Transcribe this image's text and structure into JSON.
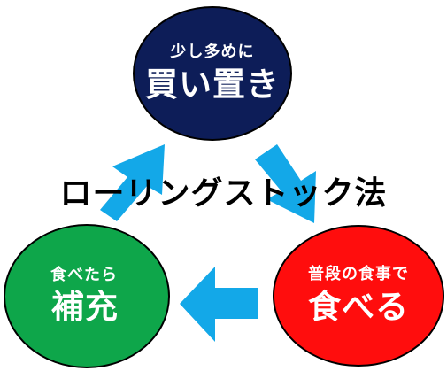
{
  "title": "ローリングストック法",
  "colors": {
    "top_circle": "#0d1d58",
    "right_circle": "#ff0d0d",
    "left_circle": "#0ea64a",
    "arrow": "#13a8e8",
    "outline": "#000000",
    "circle_text": "#ffffff"
  },
  "nodes": {
    "top": {
      "sub": "少し多めに",
      "main": "買い置き"
    },
    "right": {
      "sub": "普段の食事で",
      "main": "食べる"
    },
    "left": {
      "sub": "食べたら",
      "main": "補充"
    }
  },
  "edges": [
    {
      "from": "top",
      "to": "right",
      "icon": "arrow-icon"
    },
    {
      "from": "right",
      "to": "left",
      "icon": "arrow-icon"
    },
    {
      "from": "left",
      "to": "top",
      "icon": "arrow-icon"
    }
  ]
}
